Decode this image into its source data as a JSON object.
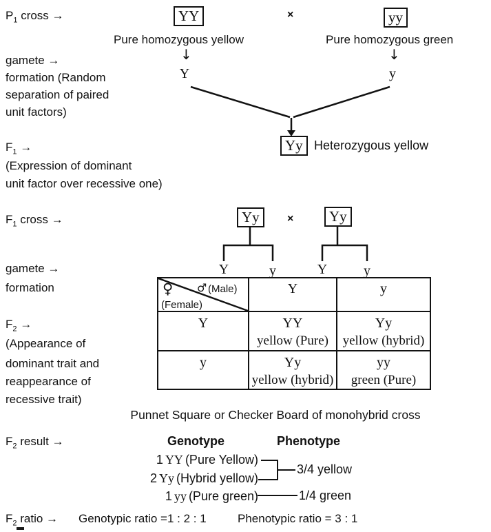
{
  "p1_section": {
    "label": {
      "pre": "P",
      "sub": "1",
      "post": " cross →"
    },
    "parent1_genotype": "YY",
    "cross_symbol": "×",
    "parent2_genotype": "yy",
    "parent1_caption": "Pure homozygous yellow",
    "parent2_caption": "Pure homozygous green",
    "down_arrow": "↓",
    "gamete1": "Y",
    "gamete2": "y"
  },
  "gamete_label_1": {
    "line1": "gamete →",
    "line2": "formation (Random",
    "line3": "separation of paired",
    "line4": "unit factors)"
  },
  "f1_section": {
    "label": {
      "pre": "F",
      "sub": "1",
      "post": " →"
    },
    "genotype": "Yy",
    "caption": "Heterozygous yellow",
    "note_line1": "(Expression of dominant",
    "note_line2": "unit factor over recessive one)"
  },
  "f1_cross_section": {
    "label": {
      "pre": "F",
      "sub": "1",
      "post": " cross →"
    },
    "parent1_genotype": "Yy",
    "cross_symbol": "×",
    "parent2_genotype": "Yy",
    "gametes": [
      "Y",
      "y",
      "Y",
      "y"
    ]
  },
  "gamete_label_2": {
    "line1": "gamete →",
    "line2": "formation"
  },
  "f2_label": {
    "label": {
      "pre": "F",
      "sub": "2",
      "post": " →"
    },
    "note1": "(Appearance of",
    "note2": "dominant trait and",
    "note3": "reappearance of",
    "note4": "recessive trait)"
  },
  "punnett": {
    "corner": {
      "female_symbol": "♀",
      "female_label": "(Female)",
      "male_symbol": "♂",
      "male_label": "(Male)"
    },
    "col_headers": [
      "Y",
      "y"
    ],
    "rows": [
      {
        "header": "Y",
        "cells": [
          {
            "genotype": "YY",
            "phenotype": "yellow (Pure)"
          },
          {
            "genotype": "Yy",
            "phenotype": "yellow (hybrid)"
          }
        ]
      },
      {
        "header": "y",
        "cells": [
          {
            "genotype": "Yy",
            "phenotype": "yellow (hybrid)"
          },
          {
            "genotype": "yy",
            "phenotype": "green (Pure)"
          }
        ]
      }
    ],
    "caption": "Punnet Square or Checker Board of monohybrid cross"
  },
  "f2_result": {
    "label": {
      "pre": "F",
      "sub": "2",
      "post": " result →"
    },
    "genotype_header": "Genotype",
    "phenotype_header": "Phenotype",
    "rows": [
      {
        "count": "1",
        "genes": "YY",
        "desc": "(Pure Yellow)"
      },
      {
        "count": "2",
        "genes": "Yy",
        "desc": "(Hybrid yellow)"
      },
      {
        "count": "1",
        "genes": "yy",
        "desc": "(Pure green)"
      }
    ],
    "phenotype_yellow": "3/4 yellow",
    "phenotype_green": "1/4 green"
  },
  "f2_ratio": {
    "label": {
      "pre": "F",
      "sub": "2",
      "post": " ratio →"
    },
    "genotypic": "Genotypic  ratio =1 : 2  : 1",
    "phenotypic": "Phenotypic ratio = 3 : 1"
  }
}
